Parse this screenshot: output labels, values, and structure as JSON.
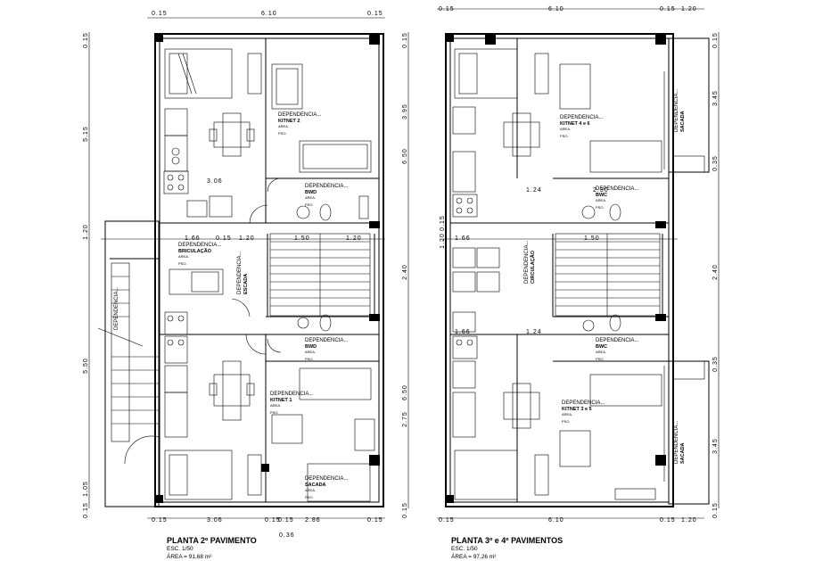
{
  "plans": [
    {
      "title": "PLANTA 2º PAVIMENTO",
      "scale": "ESC. 1/50",
      "area": "ÁREA = 91,68 m²",
      "top_dims": [
        "0.15",
        "6.10",
        "0.15"
      ],
      "left_dims": [
        "0.15",
        "5.15",
        "1.20",
        "5.50",
        "1.05",
        "0.15"
      ],
      "right_dims": [
        "0.15",
        "3.95",
        "6.50",
        "2.40",
        "6.50",
        "2.75",
        "0.15"
      ],
      "bottom_dims": [
        "0.15",
        "3.06",
        "0.15",
        "0.15",
        "2.86",
        "0.15"
      ],
      "bottom_extra": "0.36",
      "mid_dims": [
        "3.06",
        "1.50",
        "1.20",
        "1.66",
        "0.15",
        "1.20"
      ],
      "rooms": [
        {
          "name": "DEPENDENCIA...",
          "tag": "KITNET 2",
          "sub1": "AREA.",
          "sub2": "PSO."
        },
        {
          "name": "DEPENDENCIA...",
          "tag": "BWD",
          "sub1": "AREA.",
          "sub2": "PSO."
        },
        {
          "name": "DEPENDENCIA...",
          "tag": "BRICULAÇÃO",
          "sub1": "AREA.",
          "sub2": "PSO."
        },
        {
          "name": "DEPENDENCIA...",
          "tag": "ESCADA",
          "sub1": "AREA.",
          "sub2": "PSO."
        },
        {
          "name": "DEPENDENCIA...",
          "tag": "BWD",
          "sub1": "AREA.",
          "sub2": "PSO."
        },
        {
          "name": "DEPENDENCIA...",
          "tag": "KITNET 1",
          "sub1": "AREA.",
          "sub2": "PSO."
        },
        {
          "name": "DEPENDENCIA...",
          "tag": "SACADA",
          "sub1": "AREA.",
          "sub2": "PSO."
        }
      ]
    },
    {
      "title": "PLANTA 3º e 4º PAVIMENTOS",
      "scale": "ESC. 1/50",
      "area": "ÁREA = 97,26 m²",
      "top_dims": [
        "0.15",
        "6.10",
        "0.15",
        "1.20"
      ],
      "left_dims": [
        "0.15",
        "1.20"
      ],
      "right_dims": [
        "0.15",
        "3.45",
        "0.35",
        "2.40",
        "0.35",
        "3.45",
        "0.15"
      ],
      "bottom_dims": [
        "0.15",
        "6.10",
        "0.15",
        "1.20"
      ],
      "mid_dims": [
        "1.66",
        "1.24",
        "2.30",
        "1.50",
        "1.66",
        "1.24"
      ],
      "rooms": [
        {
          "name": "DEPENDENCIA...",
          "tag": "KITNET 4 e 6",
          "sub1": "AREA.",
          "sub2": "PSO."
        },
        {
          "name": "DEPENDENCIA...",
          "tag": "BWC",
          "sub1": "AREA.",
          "sub2": "PSO."
        },
        {
          "name": "DEPENDENCIA...",
          "tag": "CIRCULAÇÃO",
          "sub1": "AREA.",
          "sub2": "PSO."
        },
        {
          "name": "DEPENDENCIA...",
          "tag": "BWC",
          "sub1": "AREA.",
          "sub2": "PSO."
        },
        {
          "name": "DEPENDENCIA...",
          "tag": "KITNET 3 e 5",
          "sub1": "AREA.",
          "sub2": "PSO."
        },
        {
          "name": "DEPENDENCIA...",
          "tag": "SACADA",
          "sub1": "AREA.",
          "sub2": "PSO."
        },
        {
          "name": "DEPENDENCIA...",
          "tag": "SACADA",
          "sub1": "AREA.",
          "sub2": "PSO."
        }
      ]
    }
  ]
}
